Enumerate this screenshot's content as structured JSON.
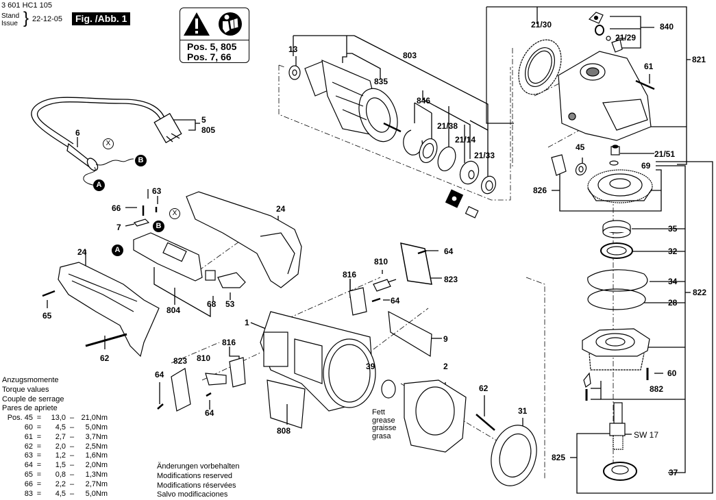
{
  "header": {
    "document_number": "3 601 HC1 105",
    "stand_label": "Stand",
    "issue_label": "Issue",
    "date": "22-12-05",
    "figure_label": "Fig. /Abb. 1"
  },
  "warning_box": {
    "icons": [
      "warning-triangle-icon",
      "read-manual-icon"
    ],
    "line1": "Pos. 5, 805",
    "line2": "Pos. 7, 66"
  },
  "torque_table": {
    "titles": [
      "Anzugsmomente",
      "Torque values",
      "Couple de serrage",
      "Pares de apriete"
    ],
    "prefix": "Pos.",
    "rows": [
      {
        "pos": "45",
        "min": "13,0",
        "max": "21,0Nm"
      },
      {
        "pos": "60",
        "min": "4,5",
        "max": "5,0Nm"
      },
      {
        "pos": "61",
        "min": "2,7",
        "max": "3,7Nm"
      },
      {
        "pos": "62",
        "min": "2,0",
        "max": "2,5Nm"
      },
      {
        "pos": "63",
        "min": "1,2",
        "max": "1,6Nm"
      },
      {
        "pos": "64",
        "min": "1,5",
        "max": "2,0Nm"
      },
      {
        "pos": "65",
        "min": "0,8",
        "max": "1,3Nm"
      },
      {
        "pos": "66",
        "min": "2,2",
        "max": "2,7Nm"
      },
      {
        "pos": "83",
        "min": "4,5",
        "max": "5,0Nm"
      }
    ]
  },
  "modifications_note": [
    "Änderungen vorbehalten",
    "Modifications reserved",
    "Modifications réservées",
    "Salvo modificaciones"
  ],
  "grease_note": [
    "Fett",
    "grease",
    "graisse",
    "grasa"
  ],
  "connector_markers": {
    "a": "A",
    "b": "B",
    "x": "X"
  },
  "part_labels": {
    "p13": "13",
    "p803": "803",
    "p835": "835",
    "p846": "846",
    "p21_38": "21/38",
    "p21_14": "21/14",
    "p21_33": "21/33",
    "p21_30": "21/30",
    "p840": "840",
    "p21_29": "21/29",
    "p821": "821",
    "p61": "61",
    "p45": "45",
    "p21_51": "21/51",
    "p69": "69",
    "p826": "826",
    "p35": "35",
    "p32": "32",
    "p34": "34",
    "p28": "28",
    "p822": "822",
    "p60": "60",
    "p882": "882",
    "sw17": "SW 17",
    "p825": "825",
    "p37": "37",
    "p5": "5",
    "p805": "805",
    "p6": "6",
    "p63": "63",
    "p66": "66",
    "p7": "7",
    "p24a": "24",
    "p24b": "24",
    "p65": "65",
    "p62a": "62",
    "p804": "804",
    "p68": "68",
    "p53": "53",
    "p1": "1",
    "p816a": "816",
    "p810a": "810",
    "p823a": "823",
    "p64a": "64",
    "p64b": "64",
    "p9": "9",
    "p816b": "816",
    "p810b": "810",
    "p823b": "823",
    "p64c": "64",
    "p64d": "64",
    "p808": "808",
    "p39": "39",
    "p2": "2",
    "p62b": "62",
    "p31": "31"
  }
}
